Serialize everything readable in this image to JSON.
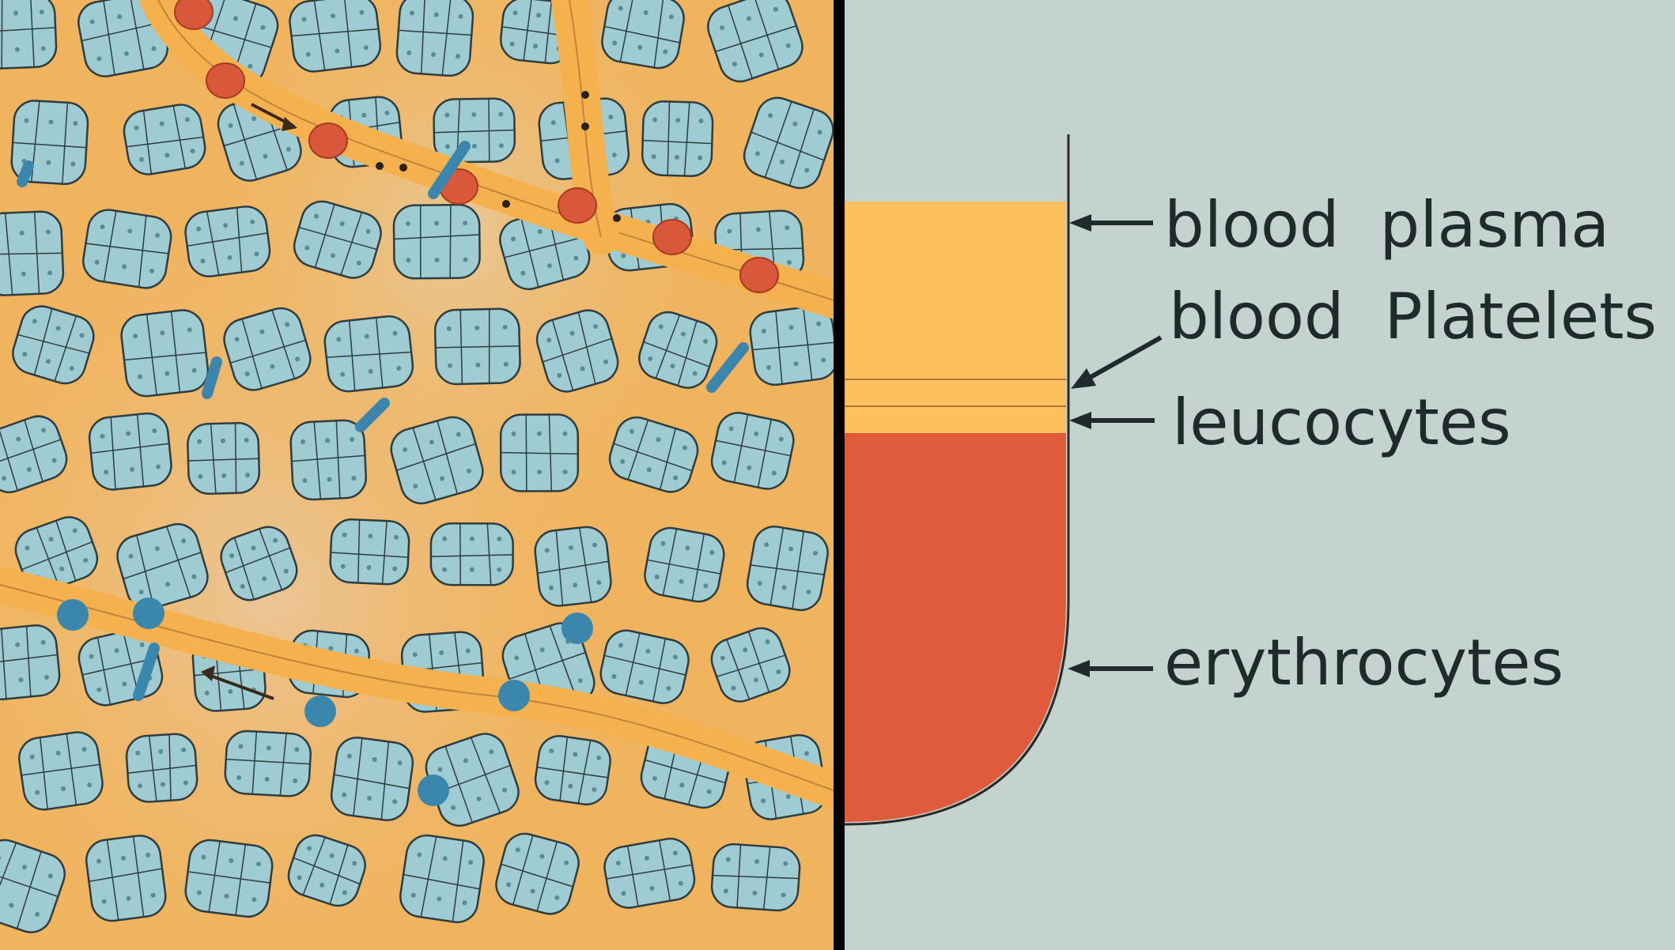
{
  "left_illustration": {
    "colors": {
      "tissue_background": "#f0b45f",
      "tissue_shadow": "#e9c89a",
      "cell_fill": "#9fcbd3",
      "cell_outline": "#2f3d3f",
      "red_blood_cell": "#d9573a",
      "blue_blood_cell": "#3a86ad"
    }
  },
  "right_diagram": {
    "layers": [
      {
        "key": "plasma",
        "color": "#fdc05d"
      },
      {
        "key": "platelets",
        "color": "#fdc05d"
      },
      {
        "key": "leucocytes",
        "color": "#fdc05d"
      },
      {
        "key": "erythrocytes",
        "color": "#e05a3c"
      }
    ],
    "labels": {
      "plasma": "blood  plasma",
      "platelets": "blood  Platelets",
      "leucocytes": "leucocytes",
      "erythrocytes": "erythrocytes"
    },
    "colors": {
      "background": "#c4d3cd",
      "text": "#1f2a2c",
      "outline": "#2a2a2a"
    }
  }
}
